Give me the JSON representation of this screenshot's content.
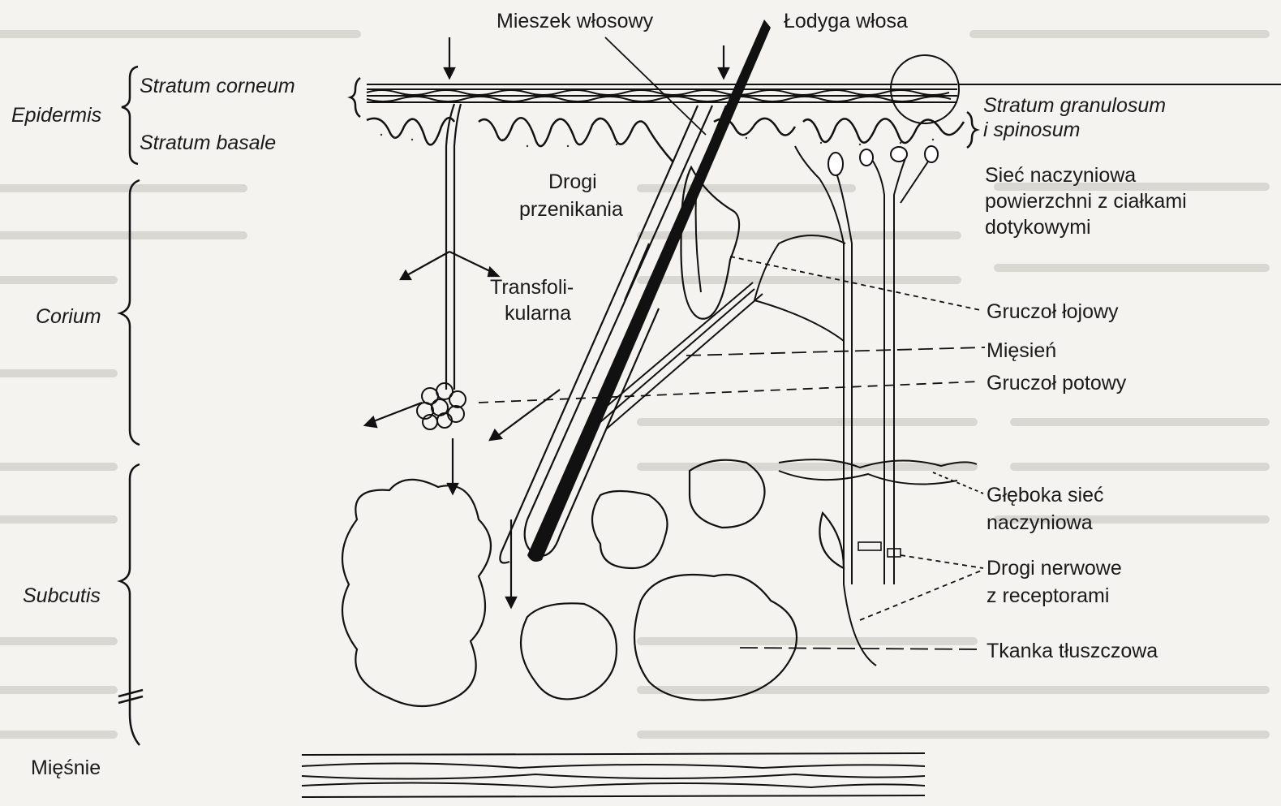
{
  "layers": {
    "epidermis": "Epidermis",
    "stratum_corneum": "Stratum corneum",
    "stratum_basale": "Stratum basale",
    "corium": "Corium",
    "subcutis": "Subcutis",
    "miesnie": "Mięśnie"
  },
  "labels": {
    "mieszek": "Mieszek włosowy",
    "lodyga": "Łodyga włosa",
    "granulosum_1": "Stratum granulosum",
    "granulosum_2": "i spinosum",
    "drogi_1": "Drogi",
    "drogi_2": "przenikania",
    "transfoli_1": "Transfoli-",
    "transfoli_2": "kularna",
    "siec_1": "Sieć naczyniowa",
    "siec_2": "powierzchni z ciałkami",
    "siec_3": "dotykowymi",
    "gruczol_lojowy": "Gruczoł łojowy",
    "miesien": "Mięsień",
    "gruczol_potowy": "Gruczoł potowy",
    "gleboka_1": "Głęboka sieć",
    "gleboka_2": "naczyniowa",
    "nerwowe_1": "Drogi nerwowe",
    "nerwowe_2": "z receptorami",
    "tkanka": "Tkanka tłuszczowa"
  }
}
